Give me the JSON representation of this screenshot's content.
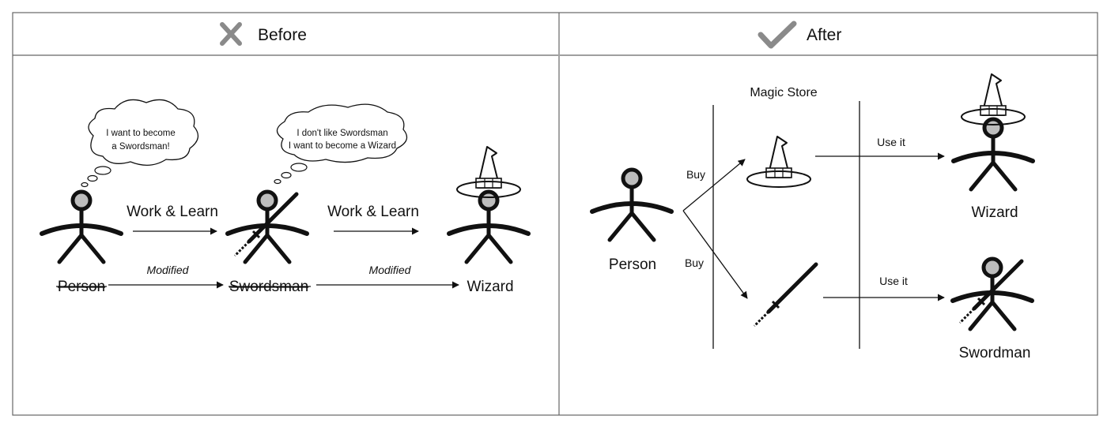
{
  "before": {
    "header": "Before",
    "thought_person": [
      "I want to become",
      "a Swordsman!"
    ],
    "thought_swordsman": [
      "I don't like Swordsman",
      "I want to become a Wizard"
    ],
    "work_learn_1": "Work & Learn",
    "work_learn_2": "Work & Learn",
    "modified_1": "Modified",
    "modified_2": "Modified",
    "person": "Person",
    "swordsman": "Swordsman",
    "wizard": "Wizard"
  },
  "after": {
    "header": "After",
    "store": "Magic Store",
    "buy_1": "Buy",
    "buy_2": "Buy",
    "use_1": "Use it",
    "use_2": "Use it",
    "person": "Person",
    "wizard": "Wizard",
    "swordman": "Swordman"
  },
  "icons": {
    "before": "cross-icon",
    "after": "check-icon"
  },
  "colors": {
    "cross": "#8a8a8a",
    "check": "#8a8a8a",
    "head_fill": "#bdbdbd",
    "border": "#666666"
  }
}
